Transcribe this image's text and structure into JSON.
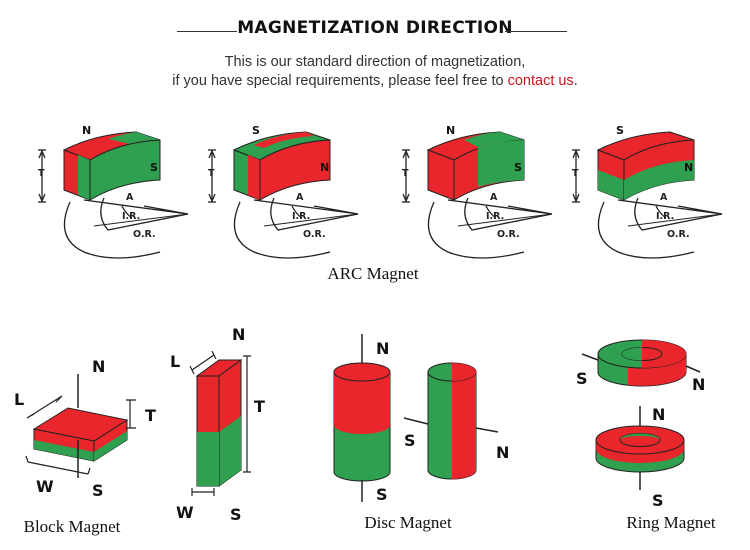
{
  "header": {
    "title": "MAGNETIZATION DIRECTION",
    "line1": "This is our standard direction of magnetization,",
    "line2_prefix": "if you have special requirements, please feel free to ",
    "link": "contact us",
    "line2_suffix": "."
  },
  "labels": {
    "n": "N",
    "s": "S",
    "t": "T",
    "l": "L",
    "w": "W",
    "a": "A",
    "ir": "I.R.",
    "or": "O.R."
  },
  "arc_magnets": [
    {
      "top": "N",
      "side": "S"
    },
    {
      "top": "S",
      "side": "N"
    },
    {
      "top": "N",
      "side": "S"
    },
    {
      "top": "S",
      "side": "N"
    }
  ],
  "captions": {
    "arc": "ARC Magnet",
    "block": "Block Magnet",
    "disc": "Disc Magnet",
    "ring": "Ring Magnet"
  },
  "colors": {
    "red": "#e8262b",
    "green": "#2ea04f",
    "line": "#222222"
  }
}
